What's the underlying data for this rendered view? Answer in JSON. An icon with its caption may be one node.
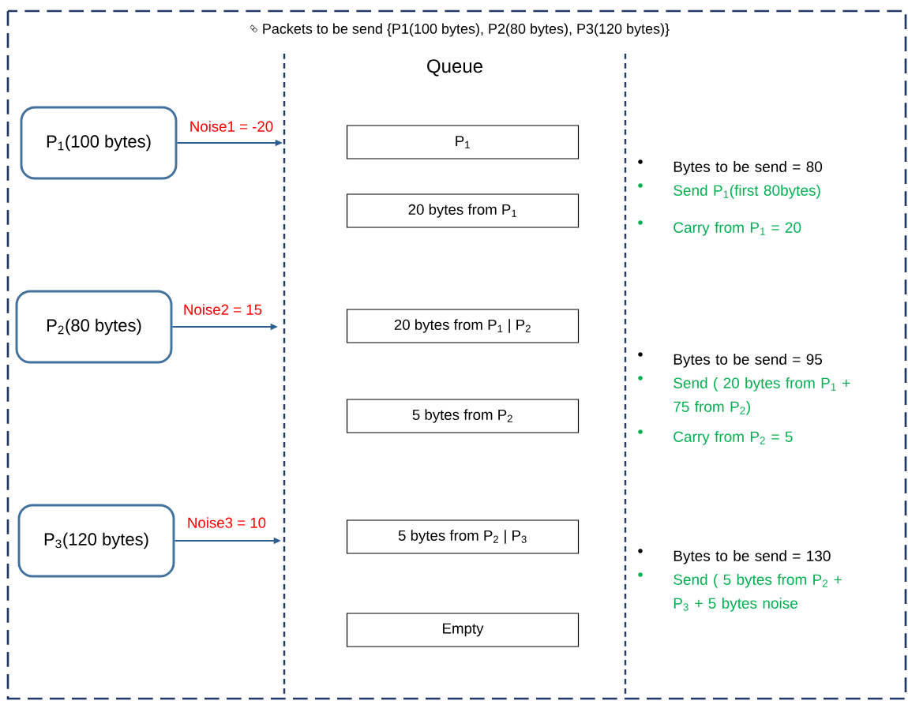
{
  "diagram": {
    "title": "Packets to be send {P1(100 bytes), P2(80 bytes), P3(120 bytes)}",
    "nodes": [
      {
        "text": [
          "P$_{1}$(100 bytes)"
        ]
      },
      {
        "text": [
          "P$_{2}$(80 bytes)"
        ]
      },
      {
        "text": [
          "P$_{3}$(120 bytes)"
        ]
      },
      {
        "text": [
          "P$_{1}$"
        ]
      },
      {
        "text": [
          "20 bytes from P$_{1}$"
        ]
      },
      {
        "text": [
          "20 bytes from P$_{1}$ | P$_{2}$"
        ]
      },
      {
        "text": [
          "5 bytes from P$_{2}$"
        ]
      },
      {
        "text": [
          "5 bytes from P$_{2}$ | P$_{3}$"
        ]
      },
      {
        "text": [
          "Empty"
        ]
      }
    ],
    "edges": [
      {
        "from": 0,
        "to": null,
        "arrow": "to",
        "label": "Noise1 = -20"
      },
      {
        "from": 1,
        "to": null,
        "arrow": "to",
        "label": "Noise2 = 15"
      },
      {
        "from": 2,
        "to": null,
        "arrow": "to",
        "label": "Noise3 = 10"
      }
    ],
    "labels": [
      "Queue",
      "Bytes to be send = 80",
      "Send P$_{1}$(first 80bytes)",
      "Carry from P$_{1}$ = 20",
      "Bytes to be send = 95",
      "Send ( 20 bytes from P$_{1}$ + 75 from P$_{2}$)",
      "Carry from P$_{2}$ = 5",
      "Bytes to be send = 130",
      "Send ( 5 bytes from P$_{2}$ + P$_{3}$ + 5 bytes noise"
    ]
  }
}
